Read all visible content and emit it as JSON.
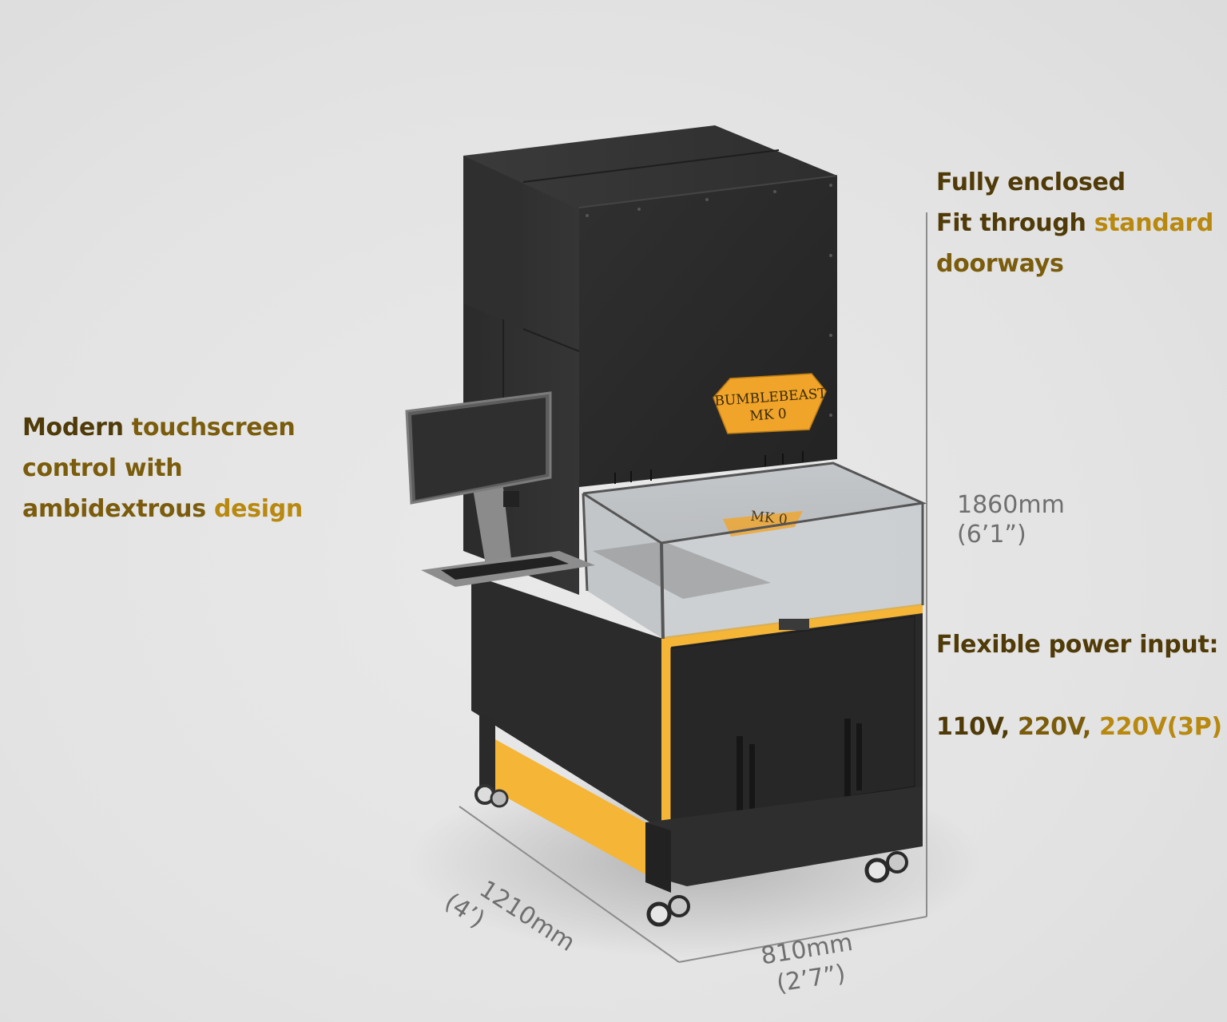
{
  "features": {
    "enclosure": {
      "line1": "Fully enclosed",
      "line2_a": "Fit through ",
      "line2_b": "standard",
      "line3": "doorways"
    },
    "touchscreen": {
      "line1_a": "Modern ",
      "line1_b": "touchscreen",
      "line2": "control with",
      "line3_a": "ambidextrous ",
      "line3_b": "design"
    },
    "power": {
      "heading": "Flexible power input:",
      "v1": "110V",
      "sep1": ", ",
      "v2": "220V",
      "sep2": ", ",
      "v3": "220V",
      "v3_suffix": "(3P)"
    }
  },
  "dimensions": {
    "height": {
      "metric": "1860mm",
      "imperial": "(6’1”)"
    },
    "depth": {
      "metric": "1210mm",
      "imperial": "(4’)"
    },
    "width": {
      "metric": "810mm",
      "imperial": "(2’7”)"
    }
  },
  "machine": {
    "badge_line1": "BUMBLEBEAST",
    "badge_line2": "MK 0",
    "badge_reflection": "MK 0"
  },
  "colors": {
    "accent_yellow": "#f5b536",
    "body_black": "#2a2a2a",
    "text_dark": "#4f3a08",
    "text_gold": "#b8880f"
  }
}
